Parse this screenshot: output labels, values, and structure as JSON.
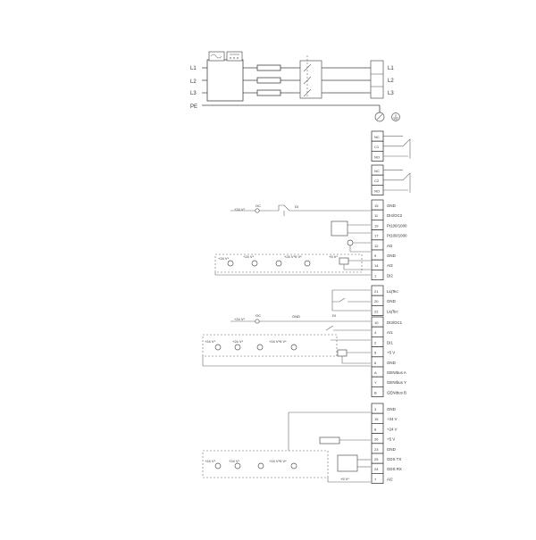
{
  "supply": {
    "inputs": [
      "L1",
      "L2",
      "L3"
    ],
    "pe": "PE",
    "outputs": [
      "L1",
      "L2",
      "L3"
    ]
  },
  "relays": [
    {
      "terminals": [
        "NC",
        "C1",
        "NO"
      ]
    },
    {
      "terminals": [
        "NC",
        "C2",
        "NO"
      ]
    }
  ],
  "terminal_group_1": [
    {
      "num": "15",
      "label": "GND"
    },
    {
      "num": "11",
      "label": "DI4/OC2"
    },
    {
      "num": "19",
      "label": "Pt100/1000"
    },
    {
      "num": "17",
      "label": "Pt100/1000"
    },
    {
      "num": "12",
      "label": "AO"
    },
    {
      "num": "9",
      "label": "GND"
    },
    {
      "num": "14",
      "label": "AI3"
    },
    {
      "num": "1",
      "label": "DI2"
    }
  ],
  "terminal_group_2": [
    {
      "num": "21",
      "label": "LiqTec"
    },
    {
      "num": "20",
      "label": "GND"
    },
    {
      "num": "22",
      "label": "LiqTec"
    }
  ],
  "terminal_group_3": [
    {
      "num": "10",
      "label": "DI3/OC1"
    },
    {
      "num": "4",
      "label": "AI1"
    },
    {
      "num": "2",
      "label": "DI1"
    },
    {
      "num": "5",
      "label": "+5 V"
    },
    {
      "num": "6",
      "label": "GND"
    },
    {
      "num": "A",
      "label": "GENIbus A"
    },
    {
      "num": "Y",
      "label": "GENIbus Y"
    },
    {
      "num": "B",
      "label": "GENIbus B"
    }
  ],
  "terminal_group_4": [
    {
      "num": "3",
      "label": "GND"
    },
    {
      "num": "15",
      "label": "+24 V"
    },
    {
      "num": "8",
      "label": "+24 V"
    },
    {
      "num": "26",
      "label": "+5 V"
    },
    {
      "num": "23",
      "label": "GND"
    },
    {
      "num": "25",
      "label": "GDS TX"
    },
    {
      "num": "24",
      "label": "GDS RX"
    },
    {
      "num": "7",
      "label": "AI2"
    }
  ],
  "annotations": {
    "plus24": "+24 V*",
    "oc": "OC",
    "di": "DI",
    "gnd": "GND",
    "plus24_5": "+24 V*5 V*",
    "plus5": "+5 V*"
  }
}
